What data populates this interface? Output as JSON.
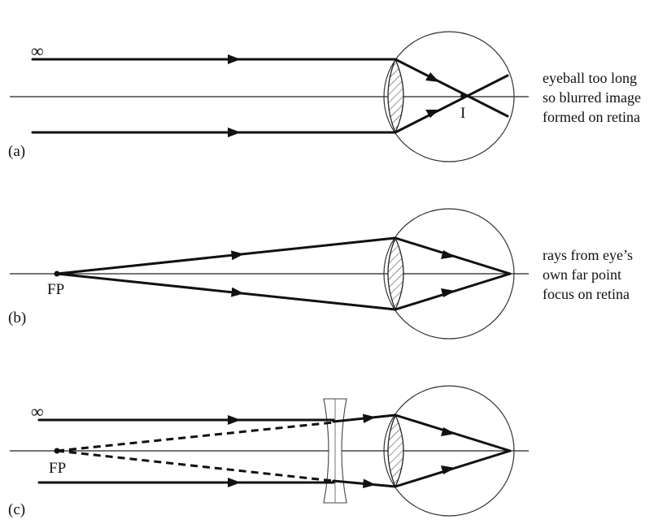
{
  "panels": [
    {
      "id": "a",
      "panel_label": "(a)",
      "infinity_label": "∞",
      "image_label": "I",
      "note_lines": [
        "eyeball too long",
        "so blurred image",
        "formed on retina"
      ]
    },
    {
      "id": "b",
      "panel_label": "(b)",
      "point_label": "FP",
      "note_lines": [
        "rays from eye’s",
        "own far point",
        "focus on retina"
      ]
    },
    {
      "id": "c",
      "panel_label": "(c)",
      "infinity_label": "∞",
      "point_label": "FP"
    }
  ]
}
